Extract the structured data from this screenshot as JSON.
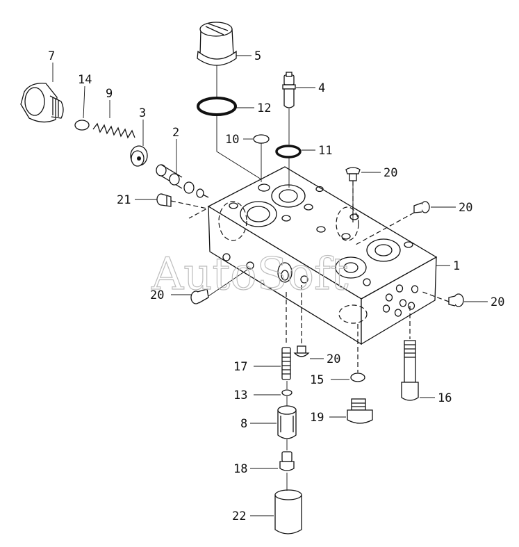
{
  "watermark": "AutoSoft",
  "callouts": {
    "c1": "1",
    "c2": "2",
    "c3": "3",
    "c4": "4",
    "c5": "5",
    "c7": "7",
    "c8": "8",
    "c9": "9",
    "c10": "10",
    "c11": "11",
    "c12": "12",
    "c13": "13",
    "c14": "14",
    "c15": "15",
    "c16": "16",
    "c17": "17",
    "c18": "18",
    "c19": "19",
    "c20a": "20",
    "c20b": "20",
    "c20c": "20",
    "c20d": "20",
    "c20e": "20",
    "c21": "21",
    "c22": "22"
  }
}
